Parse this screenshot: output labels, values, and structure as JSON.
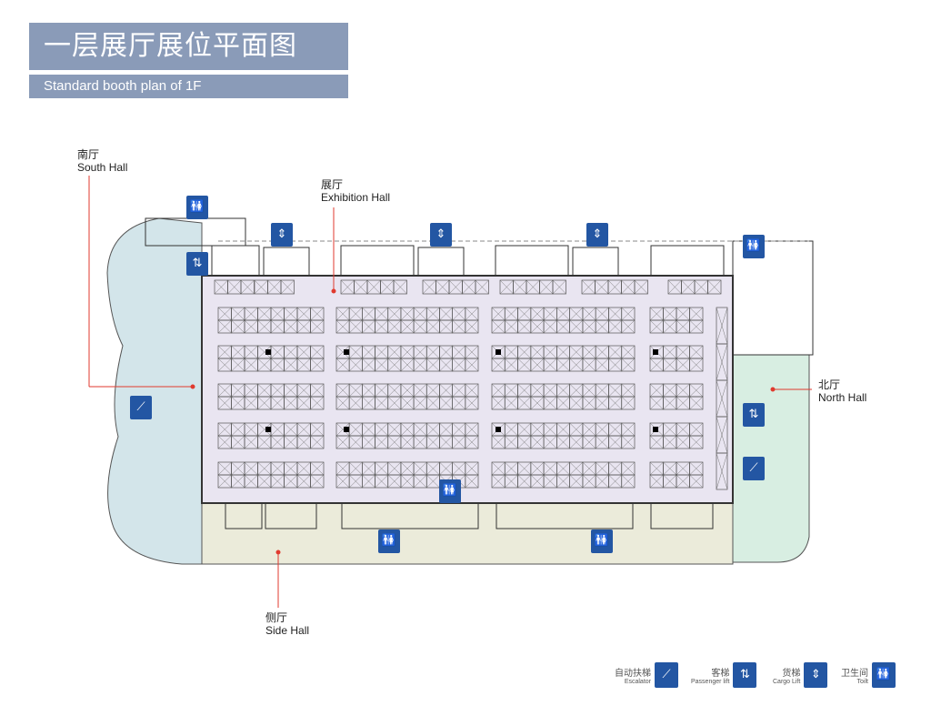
{
  "title": "一层展厅展位平面图",
  "subtitle": "Standard booth plan of 1F",
  "halls": {
    "south": {
      "zh": "南厅",
      "en": "South Hall"
    },
    "exhibition": {
      "zh": "展厅",
      "en": "Exhibition Hall"
    },
    "north": {
      "zh": "北厅",
      "en": "North Hall"
    },
    "side": {
      "zh": "侧厅",
      "en": "Side Hall"
    }
  },
  "legend": [
    {
      "zh": "自动扶梯",
      "en": "Escalator",
      "icon": "escalator-icon"
    },
    {
      "zh": "客梯",
      "en": "Passenger lift",
      "icon": "passenger-lift-icon"
    },
    {
      "zh": "货梯",
      "en": "Cargo Lift",
      "icon": "cargo-lift-icon"
    },
    {
      "zh": "卫生间",
      "en": "Toilt",
      "icon": "toilet-icon"
    }
  ],
  "glyphs": {
    "escalator": "⟋",
    "lift": "⇅",
    "cargo": "⇕",
    "toilet": "🚻"
  },
  "colors": {
    "title_bg": "#8a9bb8",
    "icon_blue": "#2356a3",
    "exhibition": "#e9e5f1",
    "south": "#d3e5ea",
    "north": "#d8eee2",
    "side": "#ebebda",
    "leader": "#e03a2f"
  }
}
